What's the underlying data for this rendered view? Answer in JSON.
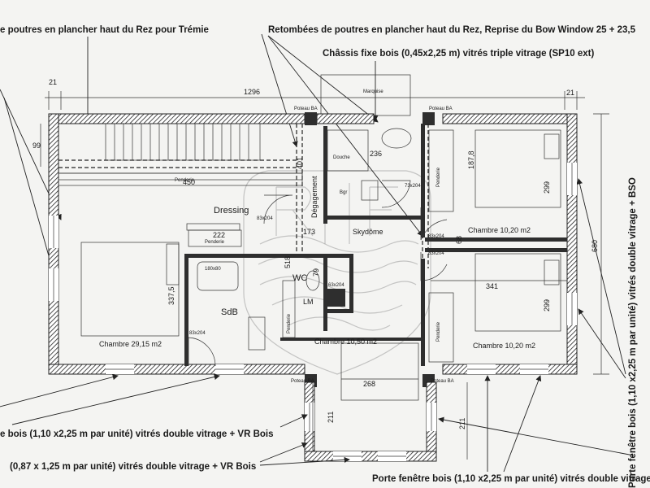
{
  "annotations": {
    "top_left": "e poutres en plancher haut du Rez pour Trémie",
    "top_right": "Retombées de poutres en plancher haut du Rez, Reprise du Bow Window 25 + 23,5",
    "chassis_fixe": "Châssis fixe bois (0,45x2,25 m) vitrés triple vitrage (SP10 ext)",
    "right_vertical": "Porte fenêtre bois (1,10 x2,25 m par unité) vitrés double vitrage + BSO",
    "bottom_left_1": "e bois (1,10 x2,25 m par unité) vitrés double vitrage + VR Bois",
    "bottom_left_2": "(0,87 x 1,25 m par unité) vitrés double vitrage + VR Bois",
    "bottom_right": "Porte fenêtre bois (1,10 x2,25 m par unité) vitrés double vitrage"
  },
  "rooms": {
    "dressing": "Dressing",
    "degagement": "Dégagement",
    "skydome": "Skydôme",
    "wc": "WC",
    "lm": "LM",
    "sdb": "SdB",
    "chambre_29": "Chambre 29,15 m2",
    "chambre_10_50": "Chambre 10,50 m2",
    "chambre_10_20_top": "Chambre 10,20 m2",
    "chambre_10_20_bottom": "Chambre 10,20 m2",
    "douche": "Douche",
    "bgr": "Bgr"
  },
  "labels": {
    "penderie": "Penderie",
    "marquise": "Marquise",
    "poteau_ba": "Poteau BA",
    "bath": "180x80",
    "door_83": "83x204",
    "door_73": "73x204",
    "door_63": "63x204"
  },
  "dimensions": {
    "d21": "21",
    "d1296": "1296",
    "d99": "99",
    "d450": "450",
    "d401": "401",
    "d236": "236",
    "d222": "222",
    "d173": "173",
    "d518": "518",
    "d79": "79",
    "d337": "337,5",
    "d187": "187,8",
    "d299": "299",
    "d680": "680",
    "d341": "341",
    "d268": "268",
    "d211": "211",
    "d68": "68"
  }
}
